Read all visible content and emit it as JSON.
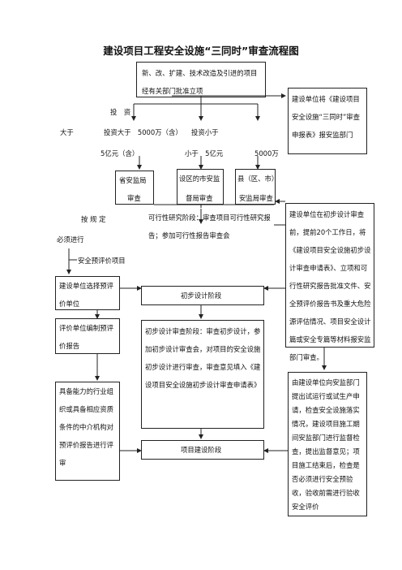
{
  "title": "建设项目工程安全设施“三同时”审查流程图",
  "top_box": {
    "line1": "新、改、扩建、技术改造及引进的项目",
    "line2": "经有关部门批准立项"
  },
  "apply_box": {
    "text": "建设单位将《建设项目安全设施“三同时”审查申报表》报安监部门"
  },
  "invest": {
    "label": "投　资",
    "left_a": "大于",
    "left_b": "投资大于　5000万（含）",
    "left_c": "5亿元（含）",
    "mid_a": "投资小于",
    "mid_b": "小于　5亿元",
    "right_b": "5000万"
  },
  "agencies": [
    {
      "line1": "省安监局",
      "line2": "审查"
    },
    {
      "line1": "设区的市安监",
      "line2": "督局审查"
    },
    {
      "line1": "县（区、市）",
      "line2": "安监局审查"
    }
  ],
  "rule": {
    "line1": "按 规 定",
    "line2": "必须进行",
    "line3": "安全预评价项目"
  },
  "feasibility": {
    "text": "可行性研究阶段：审查项目可行性研究报告；参加可行性报告审查会"
  },
  "right_long": {
    "text": "建设单位在初步设计审查前，提前20个工作日，将《建设项目安全设施初步设计审查申请表》、立项和可行性研究报告批准文件、安全预评价报告书及重大危险源评估情况、项目安全设计篇或安全专篇等材料报安监部门审查。"
  },
  "left_boxes": [
    {
      "text": "建设单位选择预评价单位"
    },
    {
      "text": "评价单位编制预评价报告"
    },
    {
      "text": "具备能力的行业组织或具备相应资质条件的中介机构对预评价报告进行评审"
    }
  ],
  "prelim_stage": {
    "text": "初步设计阶段"
  },
  "prelim_review": {
    "text": "初步设计审查阶段：审查初步设计，参加初步设计审查会，对项目的安全设施初步设计进行审查，审查意见填入《建设项目安全设施初步设计审查申请表》"
  },
  "construction_stage": {
    "text": "项目建设阶段"
  },
  "right_lower": {
    "text": "由建设单位向安监部门提出试运行或试生产申请，检查安全设施落实情况，建设项目施工期间安监部门进行监督检查，提出监督意见；项目施工结束后，检查是否必须进行安全预验收，验收前需进行验收安全评价"
  }
}
